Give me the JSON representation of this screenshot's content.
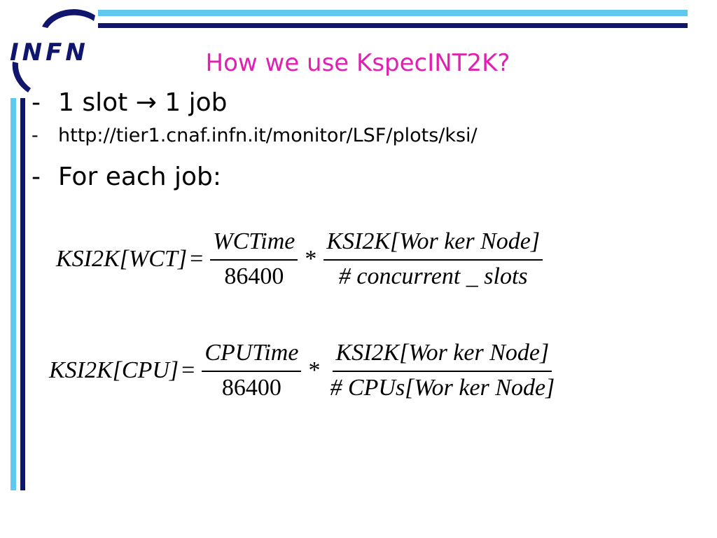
{
  "logo": {
    "text": "INFN",
    "colors": {
      "navy": "#10156e",
      "light_blue": "#5ec8ee"
    }
  },
  "title": "How we use KspecINT2K?",
  "colors": {
    "title": "#e020b0",
    "text": "#000000",
    "bar_light": "#5ec8ee",
    "bar_dark": "#10156e"
  },
  "bullets": [
    {
      "dash": "-",
      "text": "1 slot → 1 job"
    },
    {
      "dash": "-",
      "text": "http://tier1.cnaf.infn.it/monitor/LSF/plots/ksi/"
    },
    {
      "dash": "-",
      "text": "For each job:"
    }
  ],
  "formulas": {
    "wct": {
      "lhs": "KSI2K[WCT]",
      "equals": "=",
      "frac1_num": "WCTime",
      "frac1_den": "86400",
      "times": "*",
      "frac2_num": "KSI2K[Wor ker Node]",
      "frac2_den": "# concurrent _ slots"
    },
    "cpu": {
      "lhs": "KSI2K[CPU]",
      "equals": "=",
      "frac1_num": "CPUTime",
      "frac1_den": "86400",
      "times": "*",
      "frac2_num": "KSI2K[Wor ker Node]",
      "frac2_den": "# CPUs[Wor ker Node]"
    }
  }
}
